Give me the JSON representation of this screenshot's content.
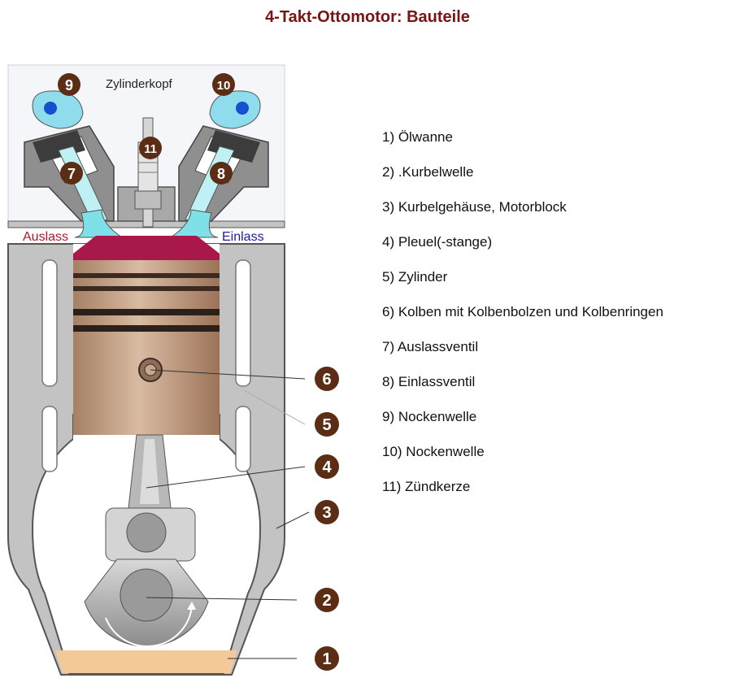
{
  "title": "4-Takt-Ottomotor: Bauteile",
  "diagram": {
    "head_label": "Zylinderkopf",
    "exhaust_label": "Auslass",
    "intake_label": "Einlass",
    "callouts": [
      "1",
      "2",
      "3",
      "4",
      "5",
      "6",
      "7",
      "8",
      "9",
      "10",
      "11"
    ]
  },
  "legend": [
    "1) Ölwanne",
    "2) .Kurbelwelle",
    "3) Kurbelgehäuse, Motorblock",
    "4) Pleuel(-stange)",
    "5) Zylinder",
    "6) Kolben mit  Kolbenbolzen und Kolbenringen",
    "7) Auslassventil",
    "8) Einlassventil",
    "9) Nockenwelle",
    "10) Nockenwelle",
    "11) Zündkerze"
  ],
  "colors": {
    "title": "#7a1414",
    "callout_fill": "#5b2d14",
    "combustion": "#a8184a",
    "valve": "#7fe0e8",
    "cam": "#8fdcec",
    "oil": "#f3c99a",
    "piston": "#c8a487",
    "block": "#bdbdbd",
    "exhaust": "#b3182a",
    "intake": "#1c1c9e"
  }
}
